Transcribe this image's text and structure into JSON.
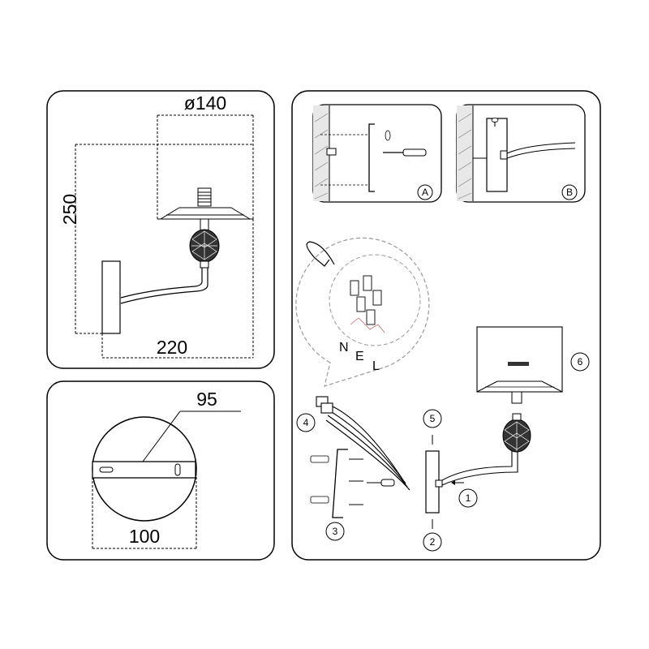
{
  "dimensions": {
    "shade_diameter": "ø140",
    "height": "250",
    "projection": "220",
    "mount_width": "95",
    "base_diameter": "100"
  },
  "detail_labels": {
    "a": "A",
    "b": "B"
  },
  "step_numbers": {
    "s1": "1",
    "s2": "2",
    "s3": "3",
    "s4": "4",
    "s5": "5",
    "s6": "6"
  },
  "wiring_letters": {
    "n": "N",
    "e": "E",
    "l": "L"
  },
  "icons": [
    "screwdriver-icon",
    "screw-icon",
    "wall-plug-icon",
    "crystal-ball-icon",
    "lamp-shade-icon"
  ]
}
